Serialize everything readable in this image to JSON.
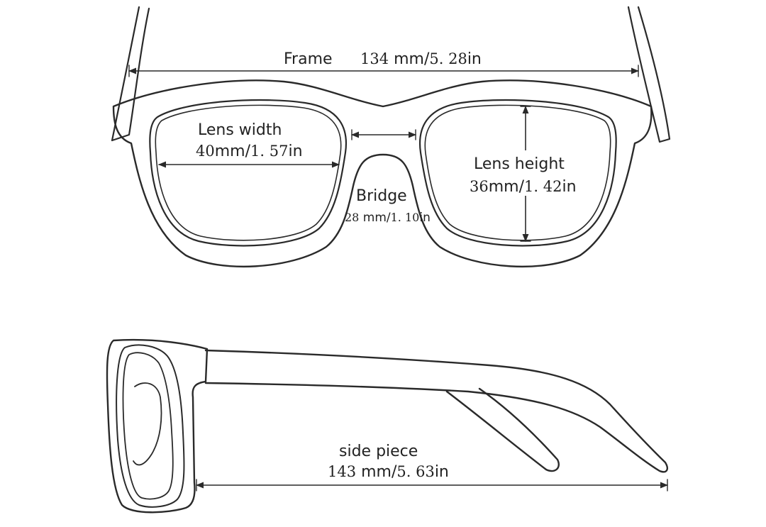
{
  "colors": {
    "stroke": "#2a2a2a",
    "text": "#222222",
    "background": "#ffffff"
  },
  "measurements": {
    "frame": {
      "label": "Frame",
      "num_mm": "134",
      "unit_mm": " mm/",
      "num_in": "5. 28",
      "unit_in": "in"
    },
    "lens_width": {
      "label": "Lens width",
      "num_mm": "40",
      "unit_mm": "mm/",
      "num_in": "1. 57",
      "unit_in": "in"
    },
    "lens_height": {
      "label": "Lens height",
      "num_mm": "36",
      "unit_mm": "mm/",
      "num_in": "1. 42",
      "unit_in": "in"
    },
    "bridge": {
      "label": "Bridge",
      "num_mm": "28",
      "unit_mm": " mm/",
      "num_in": "1. 10",
      "unit_in": "in"
    },
    "side_piece": {
      "label": "side piece",
      "num_mm": "143",
      "unit_mm": " mm/",
      "num_in": "5. 63",
      "unit_in": "in"
    }
  }
}
